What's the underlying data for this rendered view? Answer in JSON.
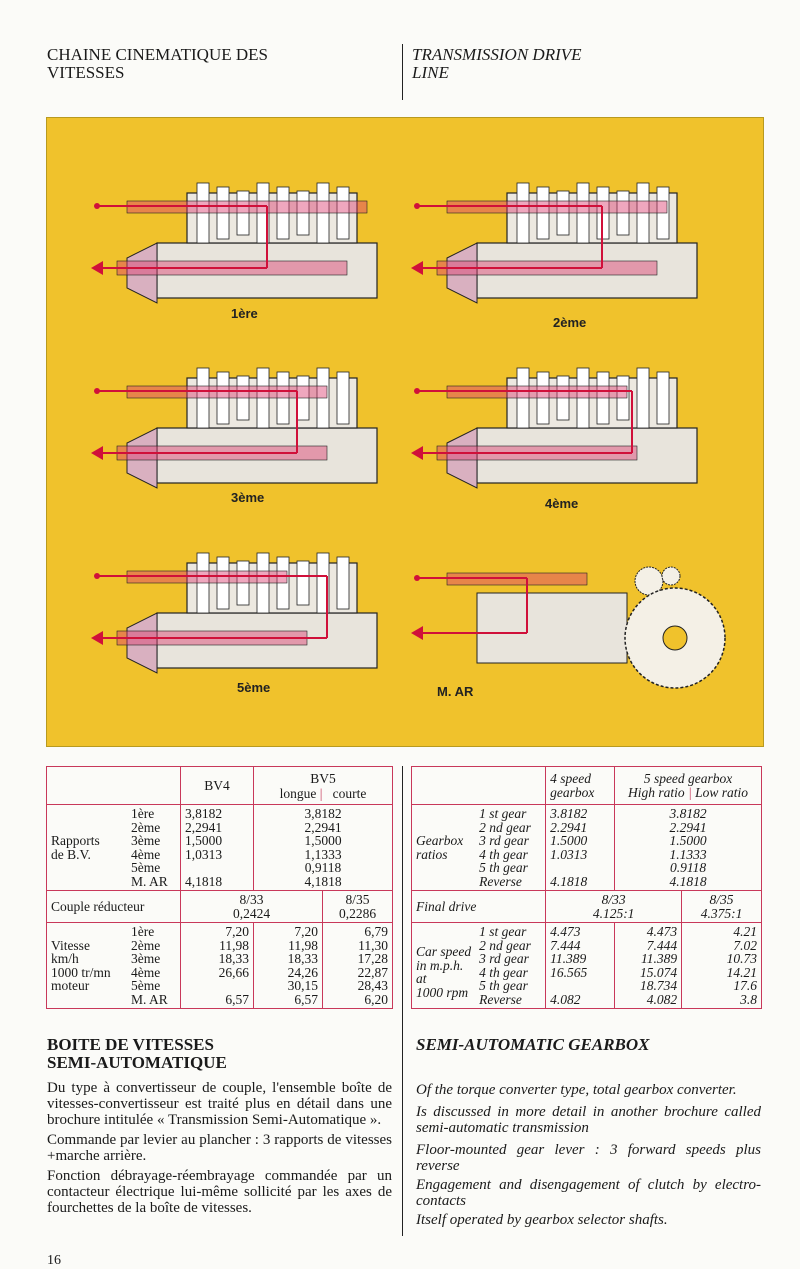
{
  "header": {
    "fr_title": "CHAINE CINEMATIQUE DES\nVITESSES",
    "en_title": "TRANSMISSION DRIVE\nLINE"
  },
  "illustration": {
    "labels": [
      "1ère",
      "2ème",
      "3ème",
      "4ème",
      "5ème",
      "M. AR"
    ],
    "bg": "#f0c22c",
    "accent": "#d0103a"
  },
  "table_fr": {
    "h_bv4": "BV4",
    "h_bv5": "BV5",
    "h_longue": "longue",
    "h_courte": "courte",
    "ratios_label": "Rapports\nde B.V.",
    "gears": "1ère\n2ème\n3ème\n4ème\n5ème\nM. AR",
    "ratios_bv4": "3,8182\n2,2941\n1,5000\n1,0313\n\n4,1818",
    "ratios_bv5": "3,8182\n2,2941\n1,5000\n1,1333\n0,9118\n4,1818",
    "couple_label": "Couple réducteur",
    "couple_a": "8/33\n0,2424",
    "couple_b": "8/35\n0,2286",
    "speed_label": "Vitesse\nkm/h\n1000 tr/mn\nmoteur",
    "speed_bv4": "7,20\n11,98\n18,33\n26,66\n\n6,57",
    "speed_longue": "7,20\n11,98\n18,33\n24,26\n30,15\n6,57",
    "speed_courte": "6,79\n11,30\n17,28\n22,87\n28,43\n6,20"
  },
  "table_en": {
    "h_4": "4 speed\ngearbox",
    "h_5": "5 speed gearbox",
    "h_high": "High ratio",
    "h_low": "Low ratio",
    "ratios_label": "Gearbox\nratios",
    "gears": "1 st gear\n2 nd gear\n3 rd gear\n4 th gear\n5 th gear\nReverse",
    "ratios_4": "3.8182\n2.2941\n1.5000\n1.0313\n\n4.1818",
    "ratios_5": "3.8182\n2.2941\n1.5000\n1.1333\n0.9118\n4.1818",
    "final_label": "Final drive",
    "final_a": "8/33\n4.125:1",
    "final_b": "8/35\n4.375:1",
    "speed_label": "\nCar speed\nin m.p.h.\nat\n1000 rpm\n",
    "speed_4": "4.473\n7.444\n11.389\n16.565\n\n4.082",
    "speed_high": "4.473\n7.444\n11.389\n15.074\n18.734\n4.082",
    "speed_low": "4.21\n7.02\n10.73\n14.21\n17.6\n3.8"
  },
  "fr_section": {
    "title": "BOITE DE VITESSES\nSEMI-AUTOMATIQUE",
    "paragraphs": [
      "Du type à convertisseur de couple, l'ensemble boîte de vitesses-convertisseur est traité plus en détail dans une brochure intitulée « Transmission Semi-Automatique ».",
      "Commande par levier au plancher : 3 rapports de vitesses +marche arrière.",
      "Fonction débrayage-réembrayage commandée par un contacteur électrique lui-même sollicité par les axes de fourchettes de la boîte de vitesses."
    ]
  },
  "en_section": {
    "title": "SEMI-AUTOMATIC GEARBOX",
    "paragraphs": [
      "Of the torque converter type, total gearbox converter.",
      "Is discussed in more detail in another brochure called semi-automatic transmission",
      "Floor-mounted gear lever : 3 forward speeds plus reverse",
      "Engagement and disengagement of clutch by electro-contacts",
      "Itself operated by gearbox selector shafts."
    ]
  },
  "page_number": "16"
}
